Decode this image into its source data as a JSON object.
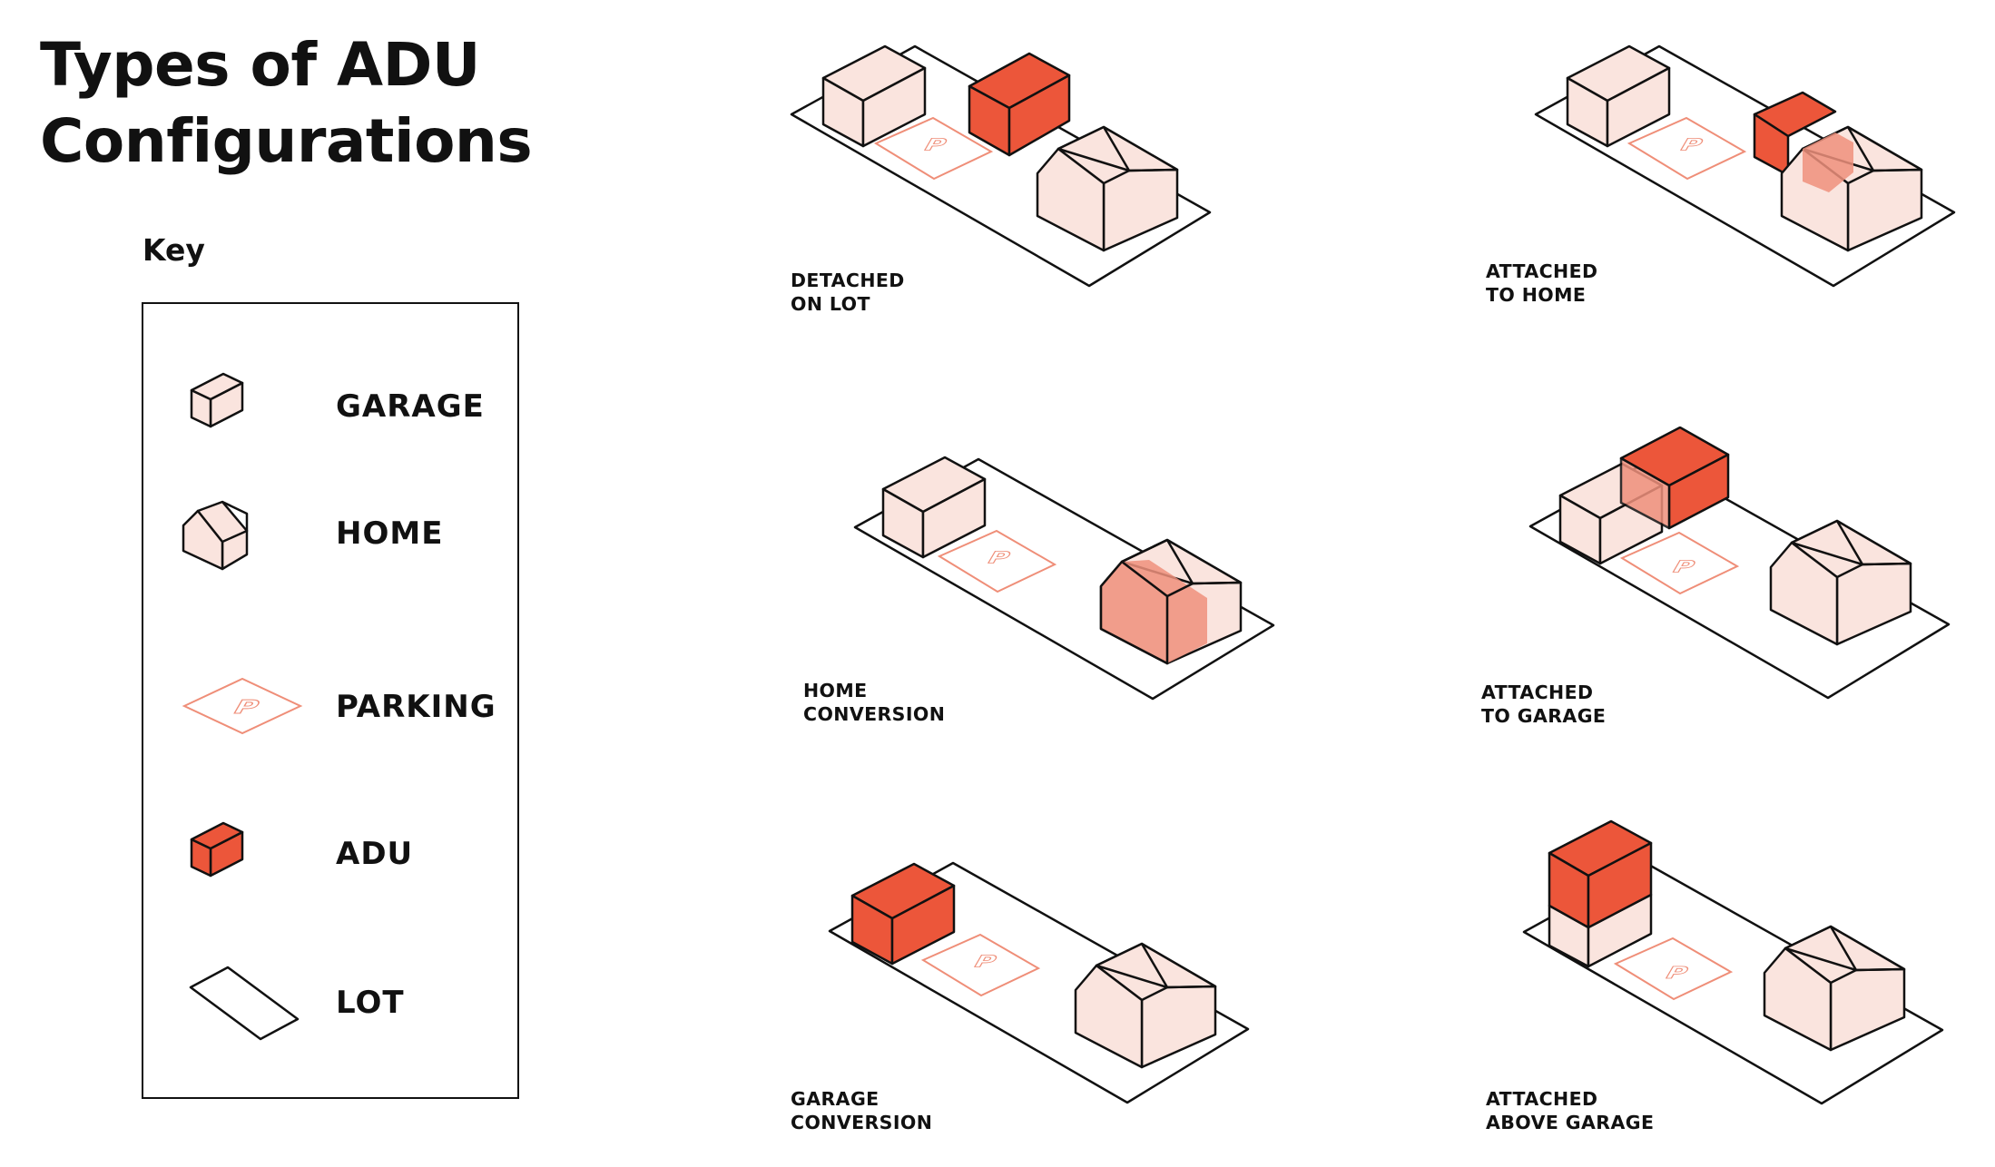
{
  "title": {
    "line1": "Types of ADU",
    "line2": "Configurations"
  },
  "key": {
    "heading": "Key",
    "items": [
      {
        "label": "GARAGE",
        "icon": "garage-icon"
      },
      {
        "label": "HOME",
        "icon": "home-icon"
      },
      {
        "label": "PARKING",
        "icon": "parking-icon",
        "glyph": "P"
      },
      {
        "label": "ADU",
        "icon": "adu-icon"
      },
      {
        "label": "LOT",
        "icon": "lot-icon"
      }
    ]
  },
  "colors": {
    "structure_fill": "#fae4de",
    "adu_fill": "#ec563a",
    "adu_overlay": "#ef907c",
    "parking_stroke": "#ef8e78",
    "outline": "#111111"
  },
  "configurations": [
    {
      "line1": "DETACHED",
      "line2": "ON LOT"
    },
    {
      "line1": "ATTACHED",
      "line2": "TO HOME"
    },
    {
      "line1": "HOME",
      "line2": "CONVERSION"
    },
    {
      "line1": "ATTACHED",
      "line2": "TO GARAGE"
    },
    {
      "line1": "GARAGE",
      "line2": "CONVERSION"
    },
    {
      "line1": "ATTACHED",
      "line2": "ABOVE GARAGE"
    }
  ]
}
